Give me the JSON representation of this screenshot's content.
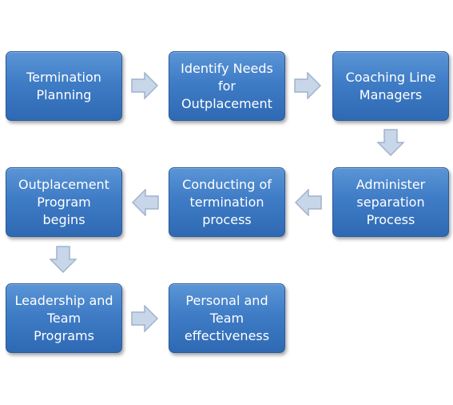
{
  "nodes": [
    {
      "id": "termination-planning",
      "lines": [
        "Termination",
        "Planning"
      ]
    },
    {
      "id": "identify-needs",
      "lines": [
        "Identify Needs",
        "for",
        "Outplacement"
      ]
    },
    {
      "id": "coaching-line-managers",
      "lines": [
        "Coaching Line",
        "Managers"
      ]
    },
    {
      "id": "administer-separation",
      "lines": [
        "Administer",
        "separation",
        "Process"
      ]
    },
    {
      "id": "conducting-termination",
      "lines": [
        "Conducting of",
        "termination",
        "process"
      ]
    },
    {
      "id": "outplacement-program",
      "lines": [
        "Outplacement",
        "Program",
        "begins"
      ]
    },
    {
      "id": "leadership-team-programs",
      "lines": [
        "Leadership and",
        "Team",
        "Programs"
      ]
    },
    {
      "id": "personal-team-effectiveness",
      "lines": [
        "Personal and",
        "Team",
        "effectiveness"
      ]
    }
  ],
  "arrows": [
    {
      "from": "termination-planning",
      "to": "identify-needs",
      "direction": "right"
    },
    {
      "from": "identify-needs",
      "to": "coaching-line-managers",
      "direction": "right"
    },
    {
      "from": "coaching-line-managers",
      "to": "administer-separation",
      "direction": "down"
    },
    {
      "from": "administer-separation",
      "to": "conducting-termination",
      "direction": "left"
    },
    {
      "from": "conducting-termination",
      "to": "outplacement-program",
      "direction": "left"
    },
    {
      "from": "outplacement-program",
      "to": "leadership-team-programs",
      "direction": "down"
    },
    {
      "from": "leadership-team-programs",
      "to": "personal-team-effectiveness",
      "direction": "right"
    }
  ],
  "colors": {
    "box": "#3f7cc6",
    "box_text": "#ffffff",
    "arrow": "#c8d6ea",
    "arrow_border": "#9fb2cc"
  }
}
